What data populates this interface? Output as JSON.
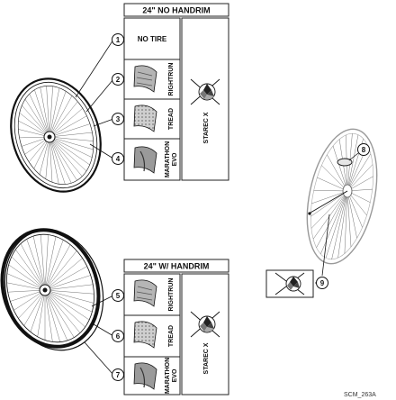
{
  "panels": {
    "no_handrim": {
      "title": "24\" NO HANDRIM",
      "no_tire": "NO TIRE",
      "rows": [
        {
          "callout": "2",
          "label": "RIGHTRUN",
          "icon": "rightrun-tire-icon"
        },
        {
          "callout": "3",
          "label": "TREAD",
          "icon": "tread-tire-icon"
        },
        {
          "callout": "4",
          "label": "MARATHON EVO",
          "icon": "marathon-evo-tire-icon"
        }
      ],
      "callout_no_tire": "1",
      "starec_label": "STAREC X"
    },
    "with_handrim": {
      "title": "24\" W/ HANDRIM",
      "rows": [
        {
          "callout": "5",
          "label": "RIGHTRUN",
          "icon": "rightrun-tire-icon"
        },
        {
          "callout": "6",
          "label": "TREAD",
          "icon": "tread-tire-icon"
        },
        {
          "callout": "7",
          "label": "MARATHON EVO",
          "icon": "marathon-evo-tire-icon"
        }
      ],
      "starec_label": "STAREC X"
    }
  },
  "side_detail": {
    "callout_hub": "8",
    "callout_axle": "9"
  },
  "figure_code": "SCM_263A"
}
